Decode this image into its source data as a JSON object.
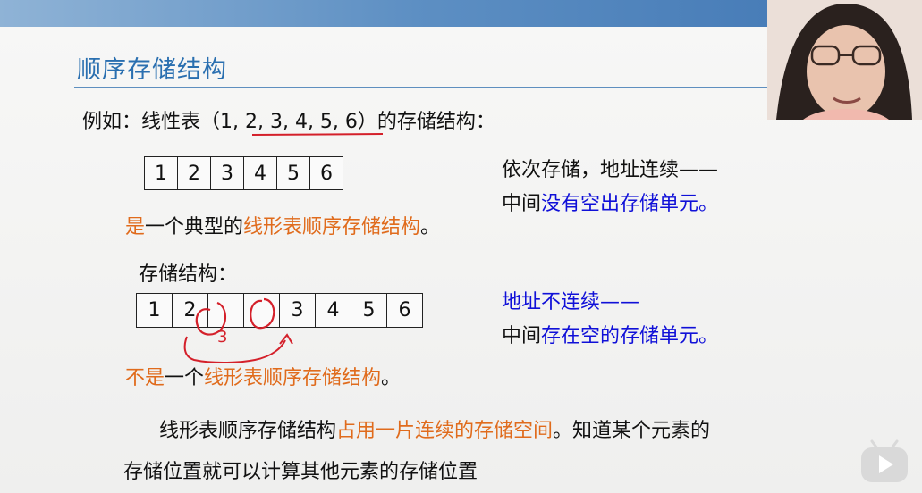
{
  "slide": {
    "title": "顺序存储结构",
    "example": "例如：线性表（1, 2, 3, 4, 5, 6）的存储结构：",
    "seq_cells": [
      "1",
      "2",
      "3",
      "4",
      "5",
      "6"
    ],
    "typical_prefix": "是",
    "typical_mid": "一个典型的",
    "typical_hl": "线形表顺序存储结构",
    "typical_end": "。",
    "right1_line1": "依次存储，地址连续——",
    "right1_line2_prefix": "中间",
    "right1_line2_hl": "没有空出存储单元。",
    "storage_label": "存储结构：",
    "gap_cells": [
      "1",
      "2",
      "",
      "",
      "3",
      "4",
      "5",
      "6"
    ],
    "handwritten_3": "3",
    "right2_line1": "地址不连续——",
    "right2_line2_prefix": "中间",
    "right2_line2_hl": "存在空的存储单元。",
    "not_prefix": "不是",
    "not_mid": "一个",
    "not_hl": "线形表顺序存储结构",
    "not_end": "。",
    "summary_line1_a": "线形表顺序存储结构",
    "summary_line1_hl": "占用一片连续的存储空间",
    "summary_line1_b": "。知道某个元素的",
    "summary_line2": "存储位置就可以计算其他元素的存储位置"
  },
  "colors": {
    "title": "#2a6fb0",
    "orange": "#e06b1c",
    "blue": "#1010d8",
    "annotation_red": "#d4202a"
  },
  "icons": {
    "play": "play-icon"
  }
}
